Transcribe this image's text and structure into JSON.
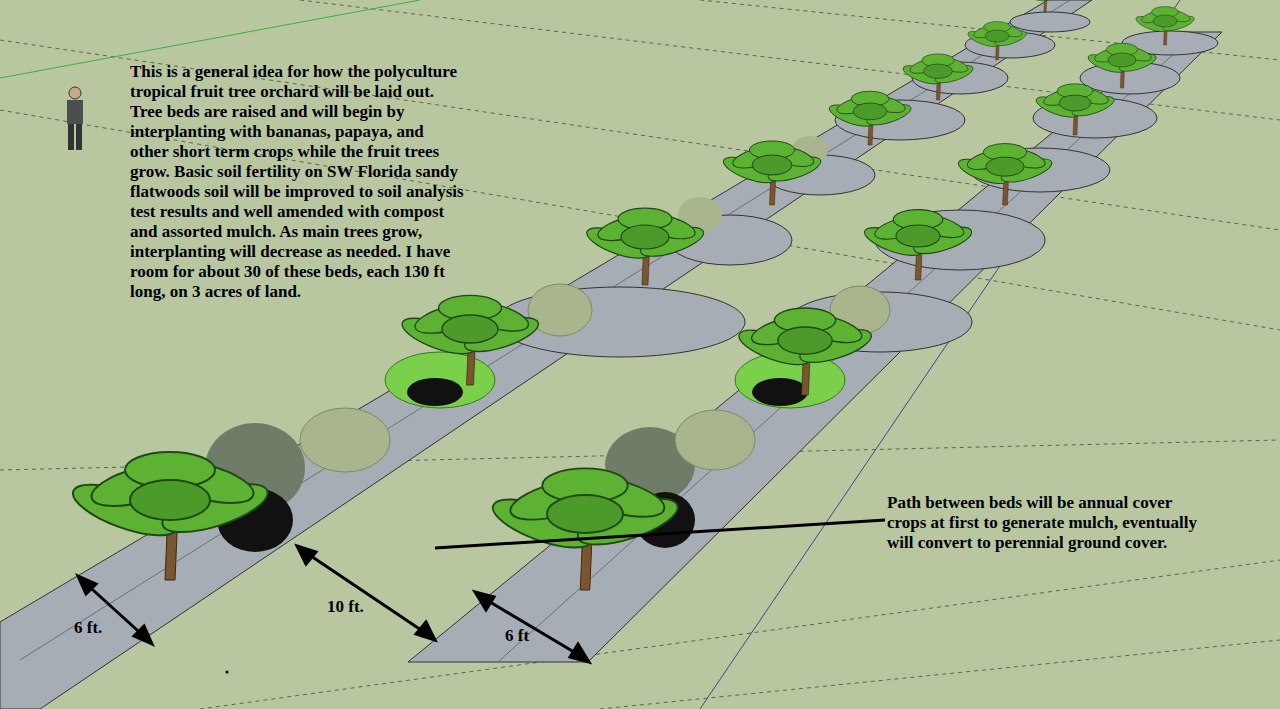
{
  "diagram": {
    "labels": [
      "This is a general idea for how the polyculture tropical fruit tree orchard will be laid out.",
      "Tree beds are raised and will begin by interplanting with bananas, papaya, and other short term crops while the fruit trees grow. Basic soil fertility on SW Florida sandy flatwoods soil will be improved to soil analysis test results and well amended with compost and assorted mulch. As main trees grow, interplanting will decrease as needed. I have room for about 30 of these beds, each  130 ft long, on 3 acres of land.",
      "Path between beds will be annual cover crops at first to generate mulch, eventually will convert to perennial ground cover.",
      "6 ft.",
      "10 ft.",
      "6 ft"
    ]
  }
}
